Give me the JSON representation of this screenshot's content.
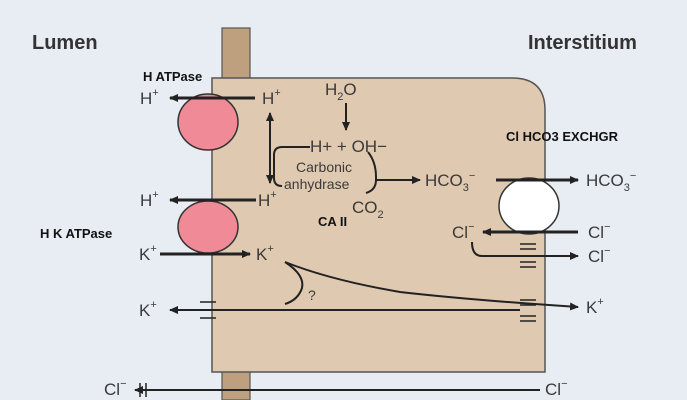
{
  "headers": {
    "left": "Lumen",
    "right": "Interstitium"
  },
  "labels": {
    "h_atpase": "H ATPase",
    "hk_atpase": "H K ATPase",
    "cl_hco3": "Cl HCO3 EXCHGR",
    "ca2": "CA II",
    "carbonic": "Carbonic",
    "anhydrase": "anhydrase",
    "question": "?"
  },
  "ions": {
    "h": "H",
    "h_sup": "+",
    "k": "K",
    "k_sup": "+",
    "cl": "Cl",
    "cl_sup": "−",
    "hco3": "HCO",
    "hco3_sub": "3",
    "hco3_sup": "−",
    "h2o": "H",
    "h2o_sub": "2",
    "h2o_tail": "O",
    "co2": "CO",
    "co2_sub": "2",
    "ohm": "H+ + OH−"
  },
  "colors": {
    "background": "#e8ecf3",
    "cell": "#e0c9b1",
    "membrane": "#bea07f",
    "pump": "#ef8a96",
    "exchanger": "#ffffff"
  }
}
